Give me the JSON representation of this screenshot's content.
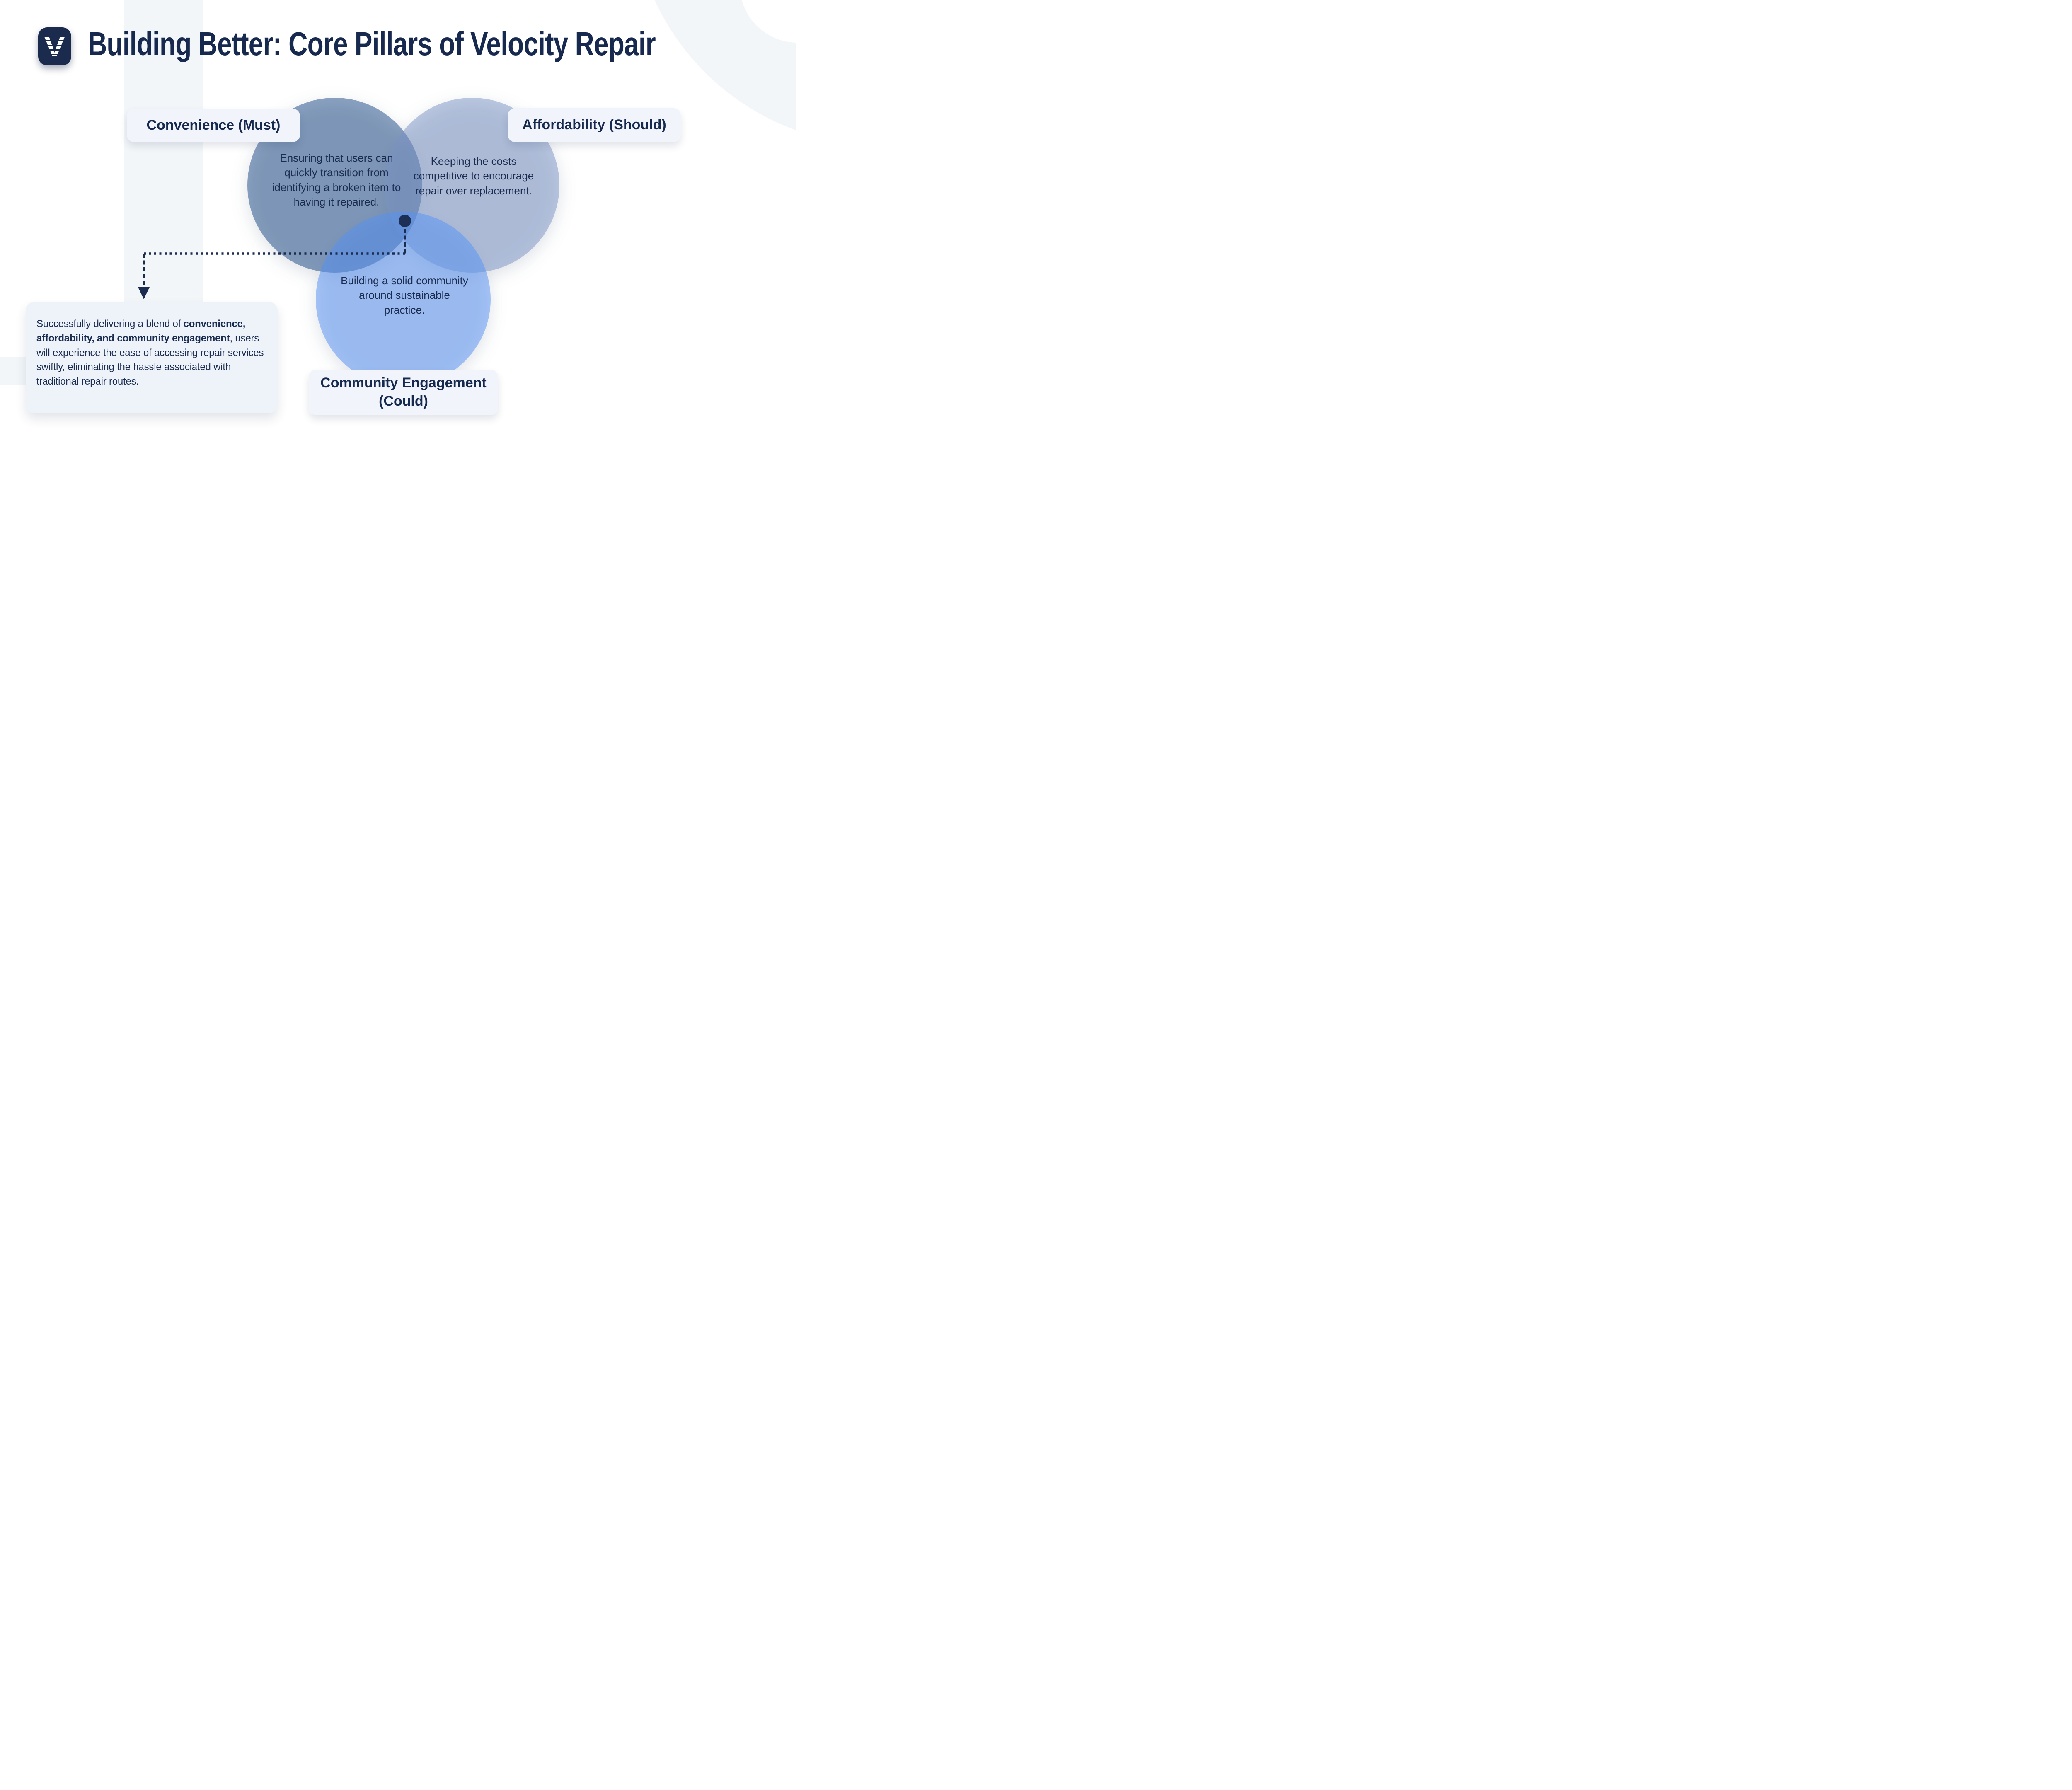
{
  "slide": {
    "title": "Building Better: Core Pillars of Velocity Repair",
    "logo_letter": "V"
  },
  "venn": {
    "circles": [
      {
        "key": "convenience",
        "label": "Convenience (Must)",
        "description": "Ensuring that users can quickly transition from identifying a broken item to having it repaired.",
        "fill_base": "#1b4985",
        "rendered_color": "#8da4c2"
      },
      {
        "key": "affordability",
        "label": "Affordability (Should)",
        "description": "Keeping the costs competitive to encourage repair over replacement.",
        "fill_base": "#7993c5",
        "rendered_color": "#bccde6"
      },
      {
        "key": "community",
        "label": "Community Engagement (Could)",
        "description": "Building a solid community around sustainable practice.",
        "fill_base": "#5391f7",
        "rendered_color": "#a9c8fb"
      }
    ],
    "center_dot_color": "#1d2f55",
    "connector_color": "#1b2c51"
  },
  "callout": {
    "prefix": "Successfully delivering a blend of ",
    "bold": "convenience, affordability, and community engagement",
    "suffix": ", users will experience the ease of accessing repair services swiftly, eliminating the hassle associated with traditional repair routes."
  },
  "colors": {
    "text_navy": "#1b2c51",
    "title_navy": "#17294e",
    "logo_navy": "#1a2b4d",
    "chip_bg": "#f1f4fb",
    "callout_bg": "#eef3fa",
    "pale_decor": "#f2f6f8",
    "background": "#ffffff"
  }
}
